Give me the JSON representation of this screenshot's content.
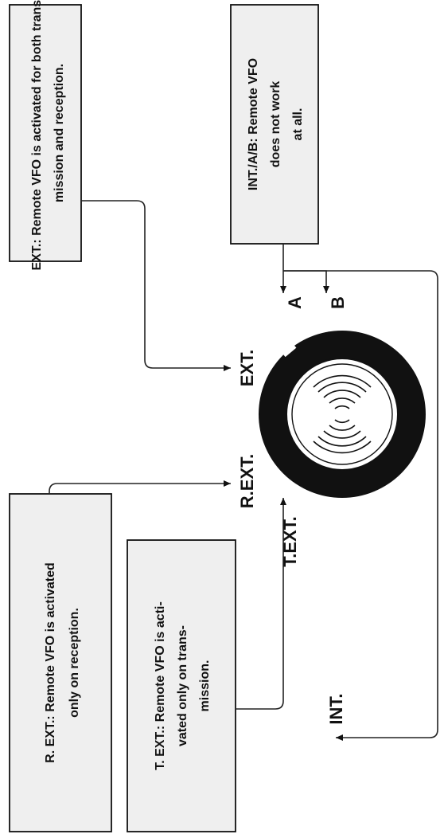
{
  "boxes": {
    "ext": {
      "lines": [
        "EXT.: Remote VFO is activated for both trans-",
        "mission and reception."
      ]
    },
    "int_ab": {
      "lines": [
        "INT./A/B: Remote     VFO",
        "does not work",
        "at all."
      ]
    },
    "r_ext": {
      "lines": [
        "R. EXT.: Remote VFO is activated",
        "only on     reception."
      ]
    },
    "t_ext": {
      "lines": [
        "T. EXT.: Remote VFO is acti-",
        "vated only on trans-",
        "mission."
      ]
    }
  },
  "knob_labels": {
    "a": "A",
    "b": "B",
    "ext": "EXT.",
    "r_ext": "R.EXT.",
    "t_ext": "T.EXT.",
    "int": "INT."
  },
  "colors": {
    "box_fill": "#efefef",
    "stroke": "#111111",
    "knob_black": "#111111"
  }
}
